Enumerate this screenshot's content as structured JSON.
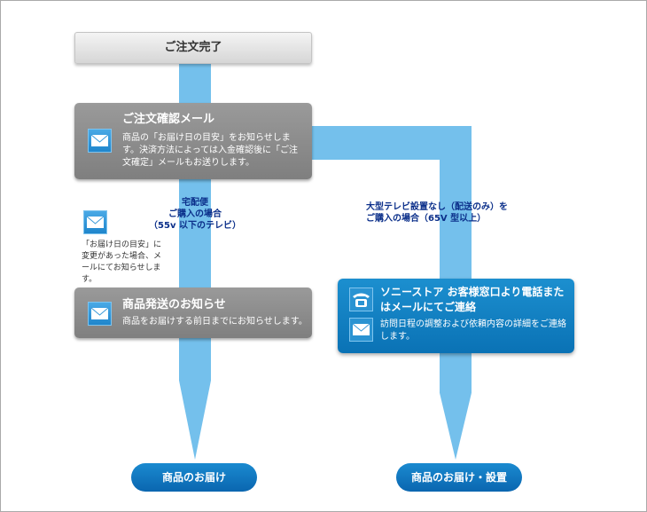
{
  "order_complete": "ご注文完了",
  "confirm_mail": {
    "title": "ご注文確認メール",
    "body": "商品の「お届け日の目安」をお知らせします。決済方法によっては入金確認後に「ご注文確定」メールもお送りします。"
  },
  "left_branch": {
    "label": [
      "宅配便",
      "ご購入の場合",
      "（55v 以下のテレビ）"
    ],
    "note": "「お届け日の目安」に変更があった場合、メールにてお知らせします。"
  },
  "shipping_notice": {
    "title": "商品発送のお知らせ",
    "body": "商品をお届けする前日までにお知らせします。"
  },
  "right_branch": {
    "label": [
      "大型テレビ設置なし（配送のみ）を",
      "ご購入の場合（65V 型以上）"
    ]
  },
  "contact": {
    "title": "ソニーストア お客様窓口より電話またはメールにてご連絡",
    "body": "訪問日程の調整および依頼内容の詳細をご連絡します。"
  },
  "end_left": "商品のお届け",
  "end_right": "商品のお届け・設置",
  "colors": {
    "flow": "#74c0ec",
    "label": "#0b2f8a",
    "blue_box": "#0a72b5",
    "gray_box": "#8a8a8a"
  }
}
